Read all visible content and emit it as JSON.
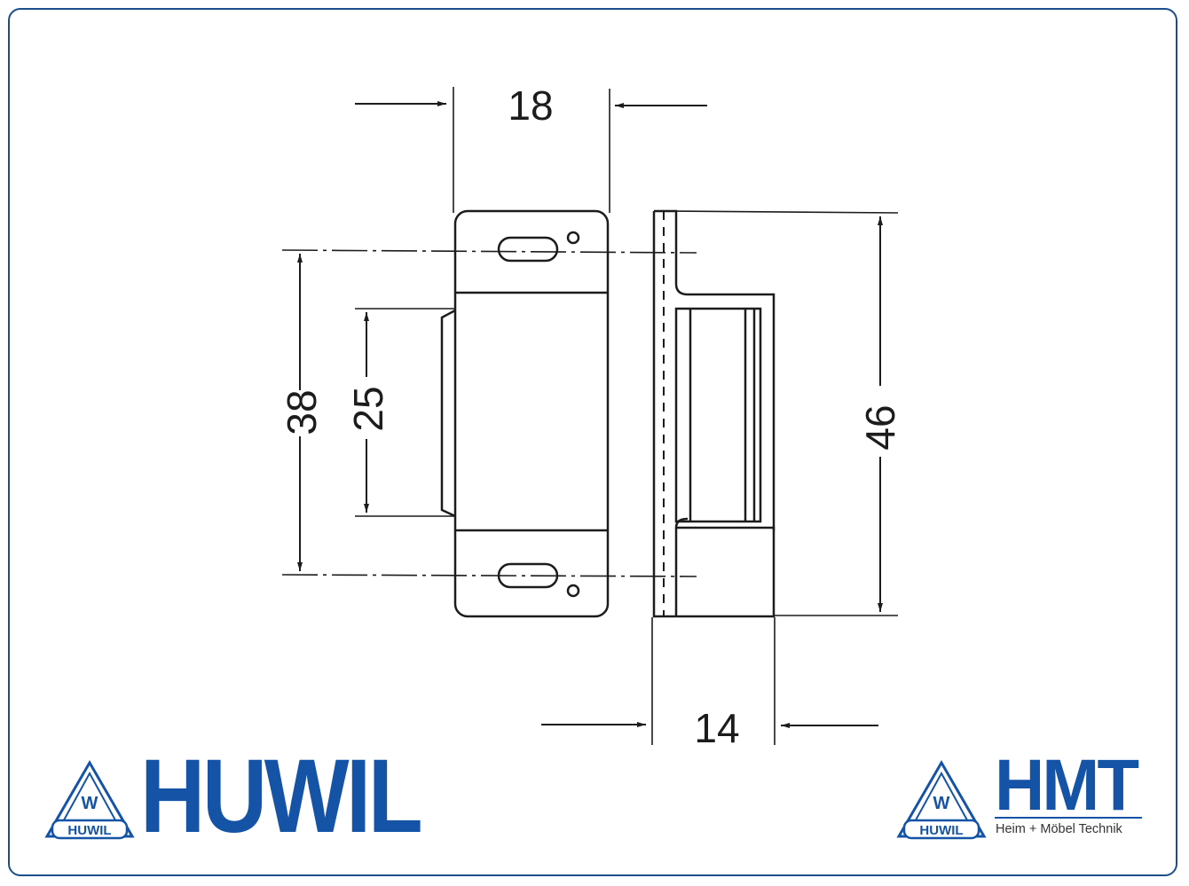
{
  "dimensions": {
    "top_width": "18",
    "outer_height": "38",
    "inner_height": "25",
    "side_height": "46",
    "bottom_depth": "14"
  },
  "brand_left": {
    "emblem_letter": "W",
    "emblem_label": "HUWIL",
    "wordmark": "HUWIL"
  },
  "brand_right": {
    "emblem_letter": "W",
    "emblem_label": "HUWIL",
    "wordmark": "HMT",
    "tagline": "Heim + Möbel Technik"
  },
  "colors": {
    "frame_border": "#1a4f8c",
    "brand_blue": "#1553a6",
    "line": "#1c1c1c"
  }
}
